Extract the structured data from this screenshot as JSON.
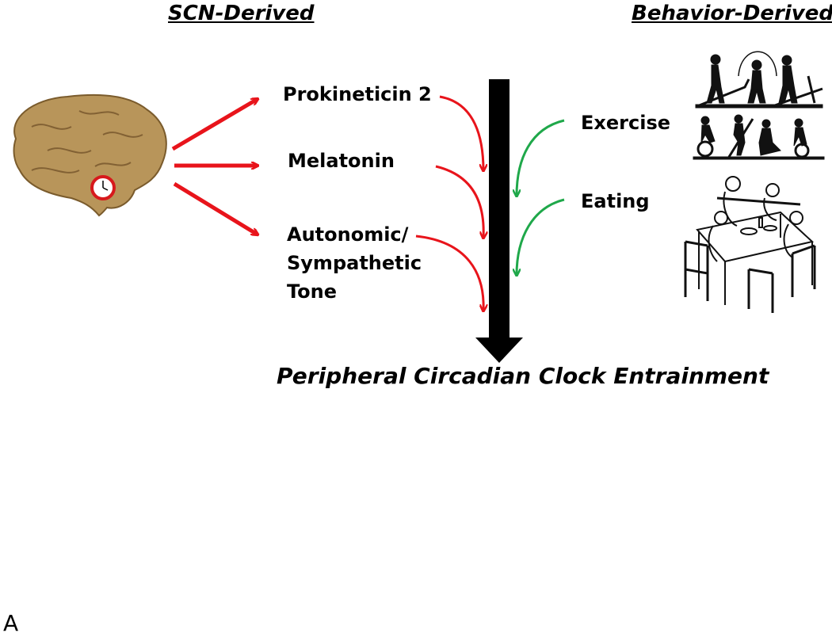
{
  "headers": {
    "left": "SCN-Derived",
    "right": "Behavior-Derived"
  },
  "scn_signals": {
    "prokineticin": "Prokineticin 2",
    "melatonin": "Melatonin",
    "autonomic_line1": "Autonomic/",
    "autonomic_line2": "Sympathetic",
    "autonomic_line3": "Tone"
  },
  "behavior_signals": {
    "exercise": "Exercise",
    "eating": "Eating"
  },
  "outcome": "Peripheral Circadian Clock Entrainment",
  "panel_letter": "A",
  "colors": {
    "scn_arrow": "#e8141b",
    "behavior_arrow": "#1fa84a",
    "main_arrow": "#000000",
    "brain": "#b8955a",
    "clock_ring": "#d7191c"
  },
  "icons": {
    "brain": "brain-with-clock-icon",
    "exercise": "exercise-silhouettes-icon",
    "eating": "dining-table-sketch-icon"
  }
}
